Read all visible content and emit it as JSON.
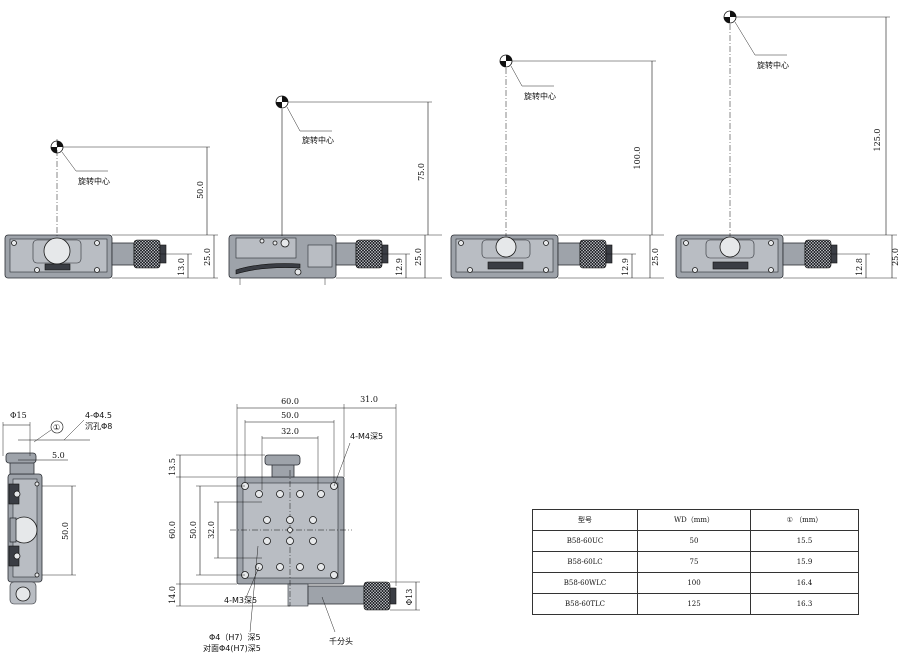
{
  "side_views": [
    {
      "wd": "50.0",
      "height": "25.0",
      "offset": "13.0",
      "center_label": "旋转中心"
    },
    {
      "wd": "75.0",
      "height": "25.0",
      "offset": "12.9",
      "center_label": "旋转中心"
    },
    {
      "wd": "100.0",
      "height": "25.0",
      "offset": "12.9",
      "center_label": "旋转中心"
    },
    {
      "wd": "125.0",
      "height": "25.0",
      "offset": "12.8",
      "center_label": "旋转中心"
    }
  ],
  "left_view": {
    "dim_phi15": "Φ15",
    "callout_number": "①",
    "hole_note_1": "4-Φ4.5",
    "hole_note_2": "沉孔Φ8",
    "dim_5": "5.0",
    "dim_50": "50.0"
  },
  "top_view": {
    "dim_60_top": "60.0",
    "dim_31": "31.0",
    "dim_50_top": "50.0",
    "dim_32_top": "32.0",
    "dim_13_5": "13.5",
    "dim_60_left": "60.0",
    "dim_50_left": "50.0",
    "dim_32_left": "32.0",
    "dim_14": "14.0",
    "dim_phi13": "Φ13",
    "note_m4": "4-M4深5",
    "note_m3": "4-M3深5",
    "note_phi4_1": "Φ4（H7）深5",
    "note_phi4_2": "对面Φ4(H7)深5",
    "note_micrometer": "千分头"
  },
  "table": {
    "headers": [
      "型号",
      "WD（mm）",
      "① （mm）"
    ],
    "rows": [
      [
        "B58-60UC",
        "50",
        "15.5"
      ],
      [
        "B58-60LC",
        "75",
        "15.9"
      ],
      [
        "B58-60WLC",
        "100",
        "16.4"
      ],
      [
        "B58-60TLC",
        "125",
        "16.3"
      ]
    ]
  }
}
